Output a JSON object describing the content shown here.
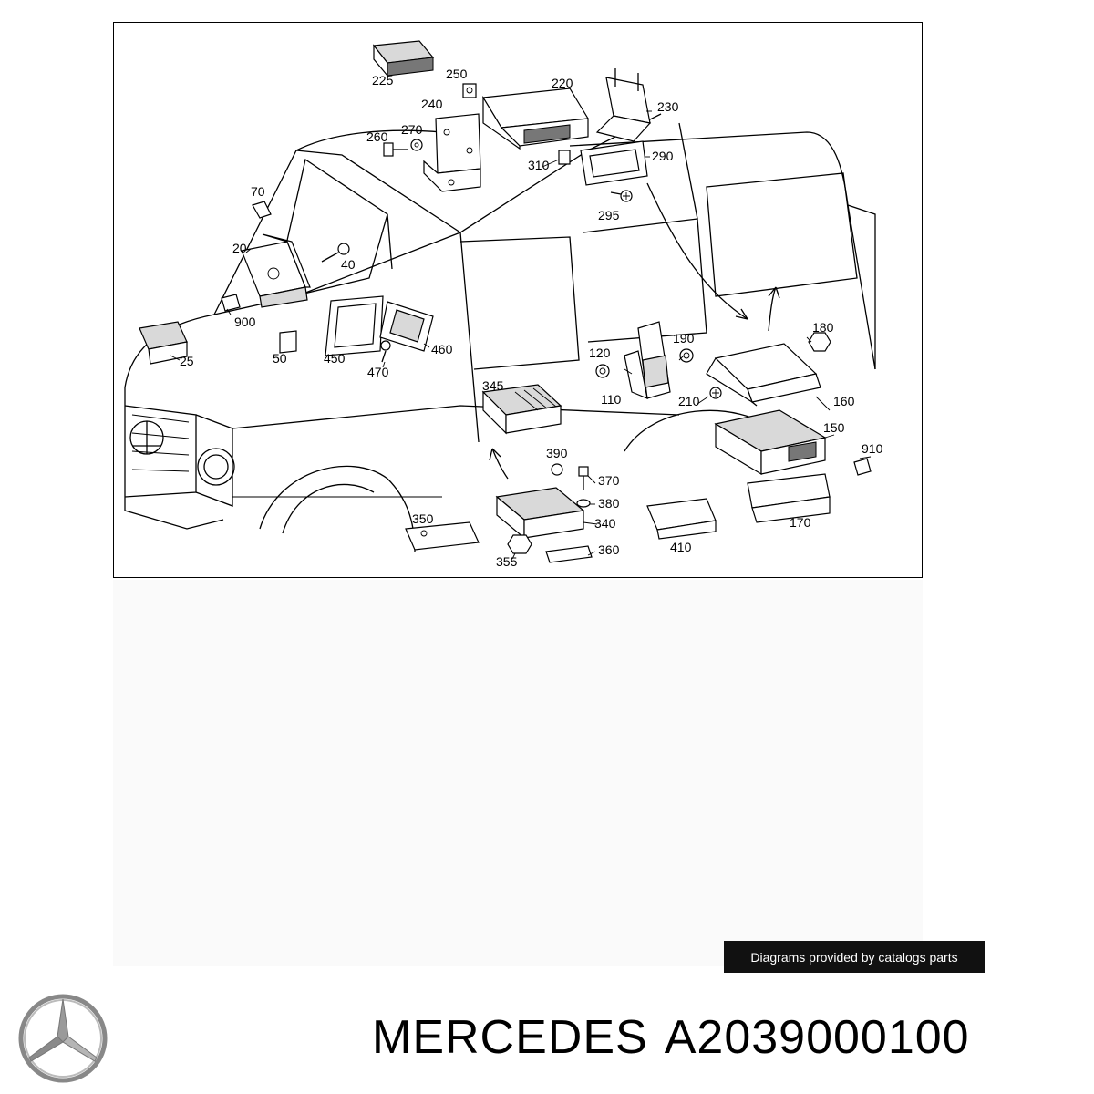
{
  "diagram": {
    "labels": [
      "225",
      "250",
      "220",
      "240",
      "230",
      "260",
      "270",
      "310",
      "290",
      "295",
      "70",
      "20",
      "40",
      "900",
      "25",
      "50",
      "450",
      "470",
      "460",
      "120",
      "190",
      "180",
      "110",
      "210",
      "160",
      "345",
      "150",
      "910",
      "390",
      "370",
      "380",
      "340",
      "350",
      "355",
      "360",
      "410",
      "170"
    ]
  },
  "credit": {
    "text": "Diagrams provided by catalogs parts"
  },
  "brand": {
    "name": "MERCEDES",
    "part_number": "A2039000100",
    "logo_icon": "mercedes-star-icon"
  }
}
